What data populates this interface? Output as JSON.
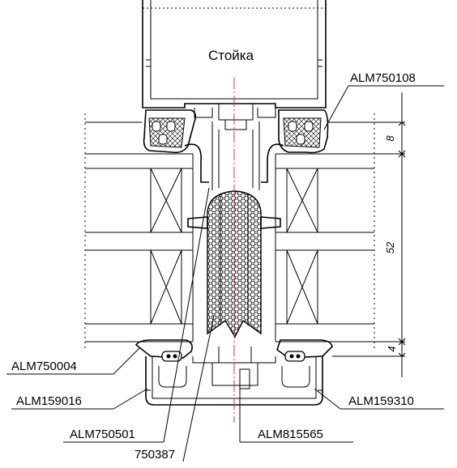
{
  "title": "Стойка",
  "labels": {
    "alm750108": "ALM750108",
    "alm750004": "ALM750004",
    "alm159016": "ALM159016",
    "alm159310": "ALM159310",
    "alm750501": "ALM750501",
    "alm815565": "ALM815565",
    "p750387": "750387"
  },
  "dimensions": {
    "top": "8",
    "middle": "52",
    "bottom": "4"
  },
  "colors": {
    "axis": "#e03030",
    "line": "#000000"
  }
}
